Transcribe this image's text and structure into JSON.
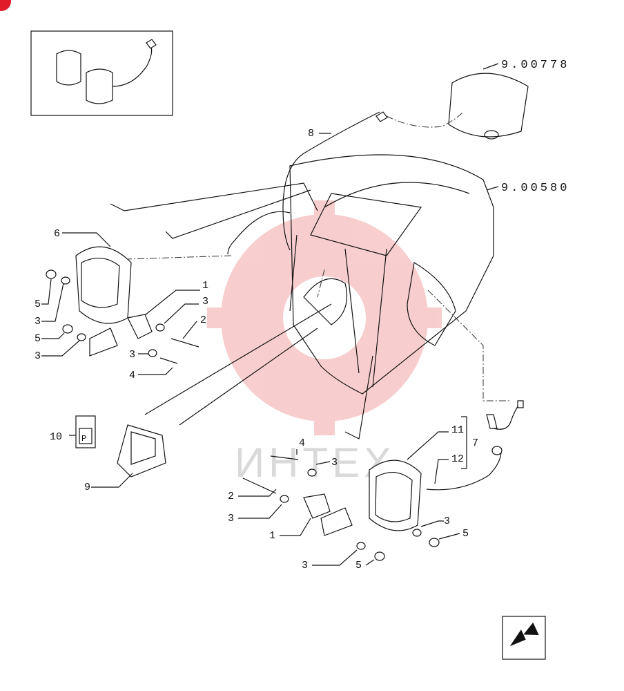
{
  "watermark": {
    "text": "ИНТЕХ",
    "color": "#f3a6a6"
  },
  "reference_codes": [
    "9.00778",
    "9.00580"
  ],
  "callouts": [
    {
      "id": "c-6",
      "text": "6"
    },
    {
      "id": "c-5a",
      "text": "5"
    },
    {
      "id": "c-3a",
      "text": "3"
    },
    {
      "id": "c-5b",
      "text": "5"
    },
    {
      "id": "c-3b",
      "text": "3"
    },
    {
      "id": "c-1a",
      "text": "1"
    },
    {
      "id": "c-3c",
      "text": "3"
    },
    {
      "id": "c-2a",
      "text": "2"
    },
    {
      "id": "c-3d",
      "text": "3"
    },
    {
      "id": "c-4a",
      "text": "4"
    },
    {
      "id": "c-8",
      "text": "8"
    },
    {
      "id": "c-10",
      "text": "10"
    },
    {
      "id": "c-9",
      "text": "9"
    },
    {
      "id": "c-4b",
      "text": "4"
    },
    {
      "id": "c-3e",
      "text": "3"
    },
    {
      "id": "c-2b",
      "text": "2"
    },
    {
      "id": "c-3f",
      "text": "3"
    },
    {
      "id": "c-1b",
      "text": "1"
    },
    {
      "id": "c-3g",
      "text": "3"
    },
    {
      "id": "c-5c",
      "text": "5"
    },
    {
      "id": "c-11",
      "text": "11"
    },
    {
      "id": "c-12",
      "text": "12"
    },
    {
      "id": "c-7",
      "text": "7"
    },
    {
      "id": "c-3h",
      "text": "3"
    },
    {
      "id": "c-5d",
      "text": "5"
    }
  ],
  "switch_symbol": "P",
  "nav_icon": "next-page-arrow-icon"
}
